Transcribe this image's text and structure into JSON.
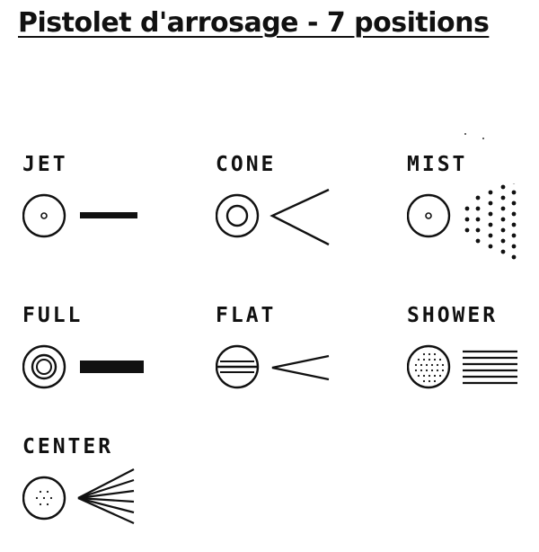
{
  "title": "Pistolet d'arrosage - 7 positions",
  "modes": [
    {
      "label": "JET"
    },
    {
      "label": "CONE"
    },
    {
      "label": "MIST"
    },
    {
      "label": "FULL"
    },
    {
      "label": "FLAT"
    },
    {
      "label": "SHOWER"
    },
    {
      "label": "CENTER"
    }
  ]
}
